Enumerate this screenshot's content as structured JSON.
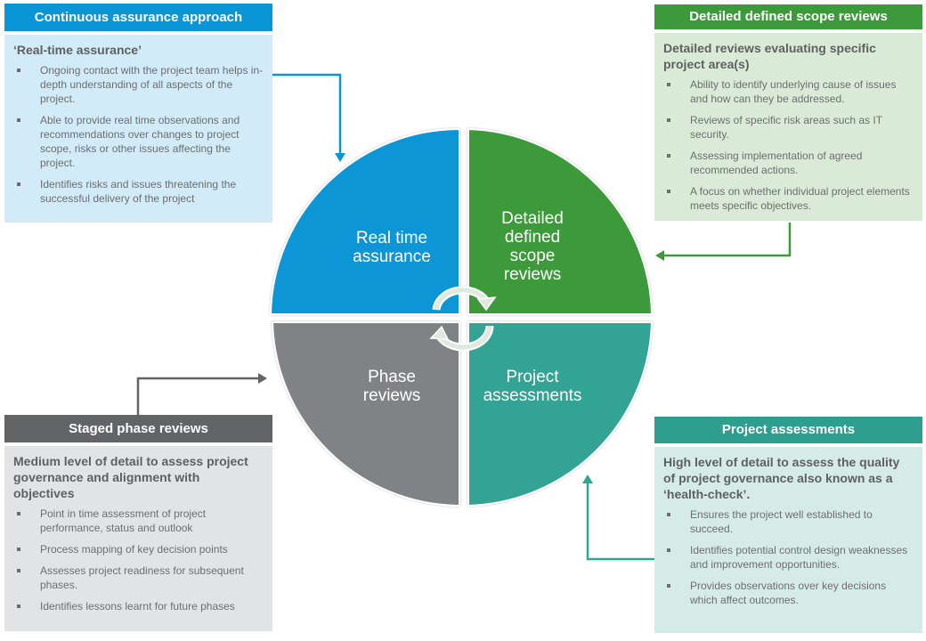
{
  "colors": {
    "blue": "#0a96d6",
    "green": "#3d9a3a",
    "gray": "#808285",
    "teal": "#33a394",
    "dark_gray_header": "#636466",
    "cycle_arrow": "#e6efe6"
  },
  "quadrants": {
    "top_left": "Real time assurance",
    "top_left_lines": [
      "Real time",
      "assurance"
    ],
    "top_right_lines": [
      "Detailed",
      "defined",
      "scope",
      "reviews"
    ],
    "bottom_left_lines": [
      "Phase",
      "reviews"
    ],
    "bottom_right_lines": [
      "Project",
      "assessments"
    ]
  },
  "panels": {
    "continuous": {
      "title": "Continuous assurance approach",
      "subtitle": "‘Real-time assurance’",
      "bullets": [
        "Ongoing contact with the project team helps in-depth understanding of all aspects of the project.",
        "Able to provide real time observations and recommendations over changes to project scope, risks or other issues affecting the project.",
        "Identifies risks and issues threatening the successful delivery of the project"
      ]
    },
    "detailed": {
      "title": "Detailed defined scope reviews",
      "subtitle": "Detailed reviews evaluating specific project area(s)",
      "bullets": [
        "Ability to identify underlying cause of issues and how can they be addressed.",
        "Reviews of specific risk areas such as IT security.",
        "Assessing implementation of agreed recommended actions.",
        "A focus on whether individual project elements meets specific objectives."
      ]
    },
    "staged": {
      "title": "Staged phase reviews",
      "subtitle": "Medium level of detail to assess project governance and alignment with objectives",
      "bullets": [
        "Point in time assessment of project performance,  status and outlook",
        "Process mapping of key decision points",
        "Assesses project readiness for subsequent phases.",
        "Identifies lessons learnt for future phases"
      ]
    },
    "assessments": {
      "title": "Project assessments",
      "subtitle": "High level of detail to assess the quality of project governance also known as a ‘health-check’.",
      "bullets": [
        "Ensures the project well established to succeed.",
        "Identifies potential control design weaknesses and improvement opportunities.",
        "Provides observations over key decisions which affect outcomes."
      ]
    }
  }
}
